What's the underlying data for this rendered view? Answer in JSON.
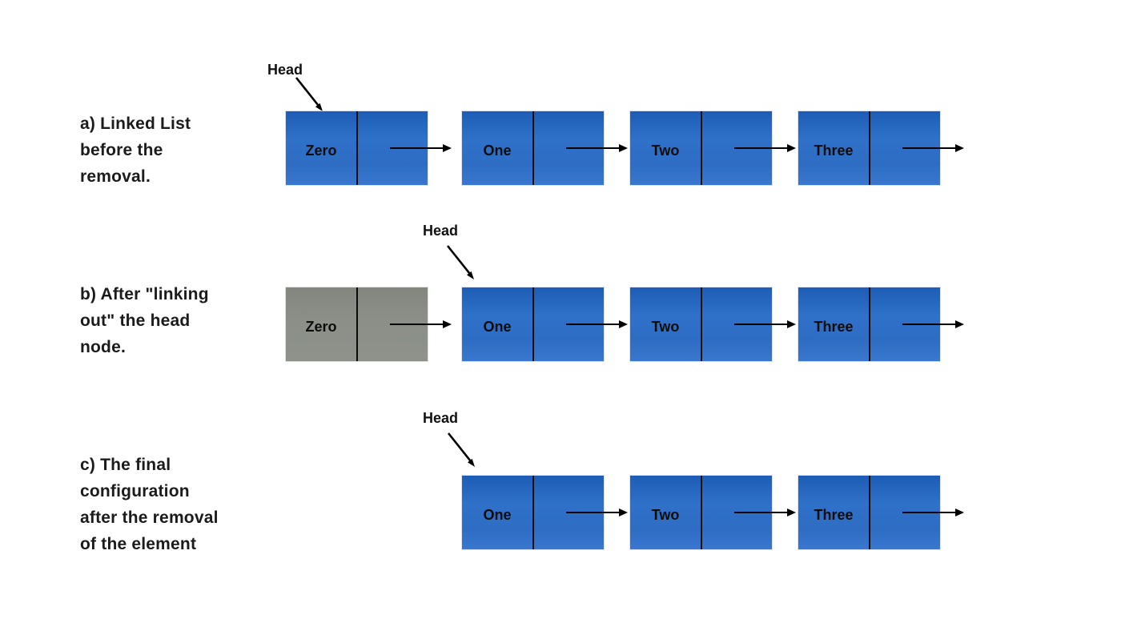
{
  "title": "Linked list head-node removal diagram",
  "colors": {
    "node_blue": "#2e6ec6",
    "node_gray": "#8b8f88",
    "divider_black": "#0a0a0a",
    "arrow_black": "#000000",
    "text_black": "#1b1b1b",
    "background": "#ffffff"
  },
  "rows": [
    {
      "id": "a",
      "label_lines": [
        "a) Linked List",
        "before the",
        "removal."
      ],
      "head_label": "Head",
      "head_points_to": "Zero",
      "nodes": [
        {
          "label": "Zero",
          "state": "blue"
        },
        {
          "label": "One",
          "state": "blue"
        },
        {
          "label": "Two",
          "state": "blue"
        },
        {
          "label": "Three",
          "state": "blue"
        }
      ]
    },
    {
      "id": "b",
      "label_lines": [
        "b) After \"linking",
        "out\" the head",
        "node."
      ],
      "head_label": "Head",
      "head_points_to": "One",
      "nodes": [
        {
          "label": "Zero",
          "state": "gray"
        },
        {
          "label": "One",
          "state": "blue"
        },
        {
          "label": "Two",
          "state": "blue"
        },
        {
          "label": "Three",
          "state": "blue"
        }
      ]
    },
    {
      "id": "c",
      "label_lines": [
        "c) The final",
        "configuration",
        "after the removal",
        "of the element"
      ],
      "head_label": "Head",
      "head_points_to": "One",
      "nodes": [
        {
          "label": "One",
          "state": "blue"
        },
        {
          "label": "Two",
          "state": "blue"
        },
        {
          "label": "Three",
          "state": "blue"
        }
      ]
    }
  ]
}
